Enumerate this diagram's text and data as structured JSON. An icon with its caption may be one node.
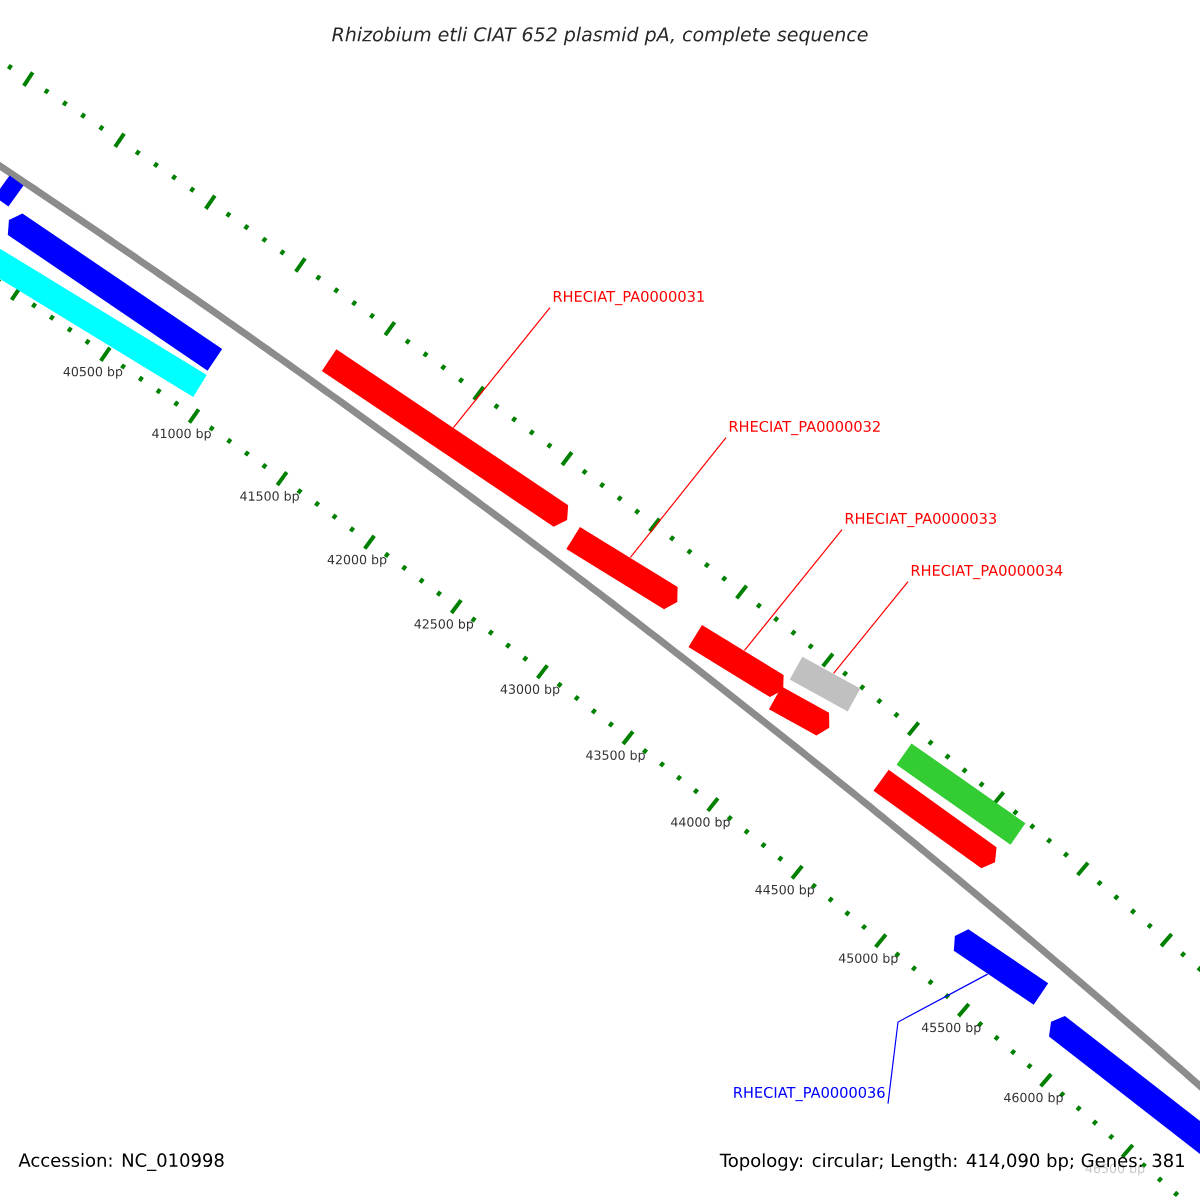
{
  "diagram": {
    "title": "Rhizobium etli CIAT 652 plasmid pA, complete sequence",
    "nodes": [
      {
        "text": [],
        "shape": "bar"
      },
      {
        "text": [],
        "shape": "arrow"
      },
      {
        "text": [],
        "shape": "bar"
      },
      {
        "text": [],
        "shape": "arrow"
      },
      {
        "text": [],
        "shape": "arrow"
      },
      {
        "text": [],
        "shape": "arrow"
      },
      {
        "text": [],
        "shape": "arrow"
      },
      {
        "text": [],
        "shape": "bar"
      },
      {
        "text": [],
        "shape": "bar"
      },
      {
        "text": [],
        "shape": "arrow"
      },
      {
        "text": [],
        "shape": "arrow"
      },
      {
        "text": [],
        "shape": "arrow"
      },
      {
        "text": [
          "RHECIAT_PA0000031"
        ]
      },
      {
        "text": [
          "RHECIAT_PA0000032"
        ]
      },
      {
        "text": [
          "RHECIAT_PA0000033"
        ]
      },
      {
        "text": [
          "RHECIAT_PA0000034"
        ]
      },
      {
        "text": [
          "RHECIAT_PA0000036"
        ]
      }
    ],
    "edges": [
      {
        "from": 12,
        "to": 3,
        "arrow": "none"
      },
      {
        "from": 13,
        "to": 4,
        "arrow": "none"
      },
      {
        "from": 14,
        "to": 5,
        "arrow": "none"
      },
      {
        "from": 15,
        "to": 7,
        "arrow": "none"
      },
      {
        "from": 16,
        "to": 10,
        "arrow": "none",
        "color": "#0000ff"
      }
    ],
    "labels": [
      "40500 bp",
      "41000 bp",
      "41500 bp",
      "42000 bp",
      "42500 bp",
      "43000 bp",
      "43500 bp",
      "44000 bp",
      "44500 bp",
      "45000 bp",
      "45500 bp",
      "46000 bp",
      "46500 bp",
      "Accession: NC_010998",
      "Topology: circular; Length: 414,090 bp; Genes: 381"
    ]
  }
}
